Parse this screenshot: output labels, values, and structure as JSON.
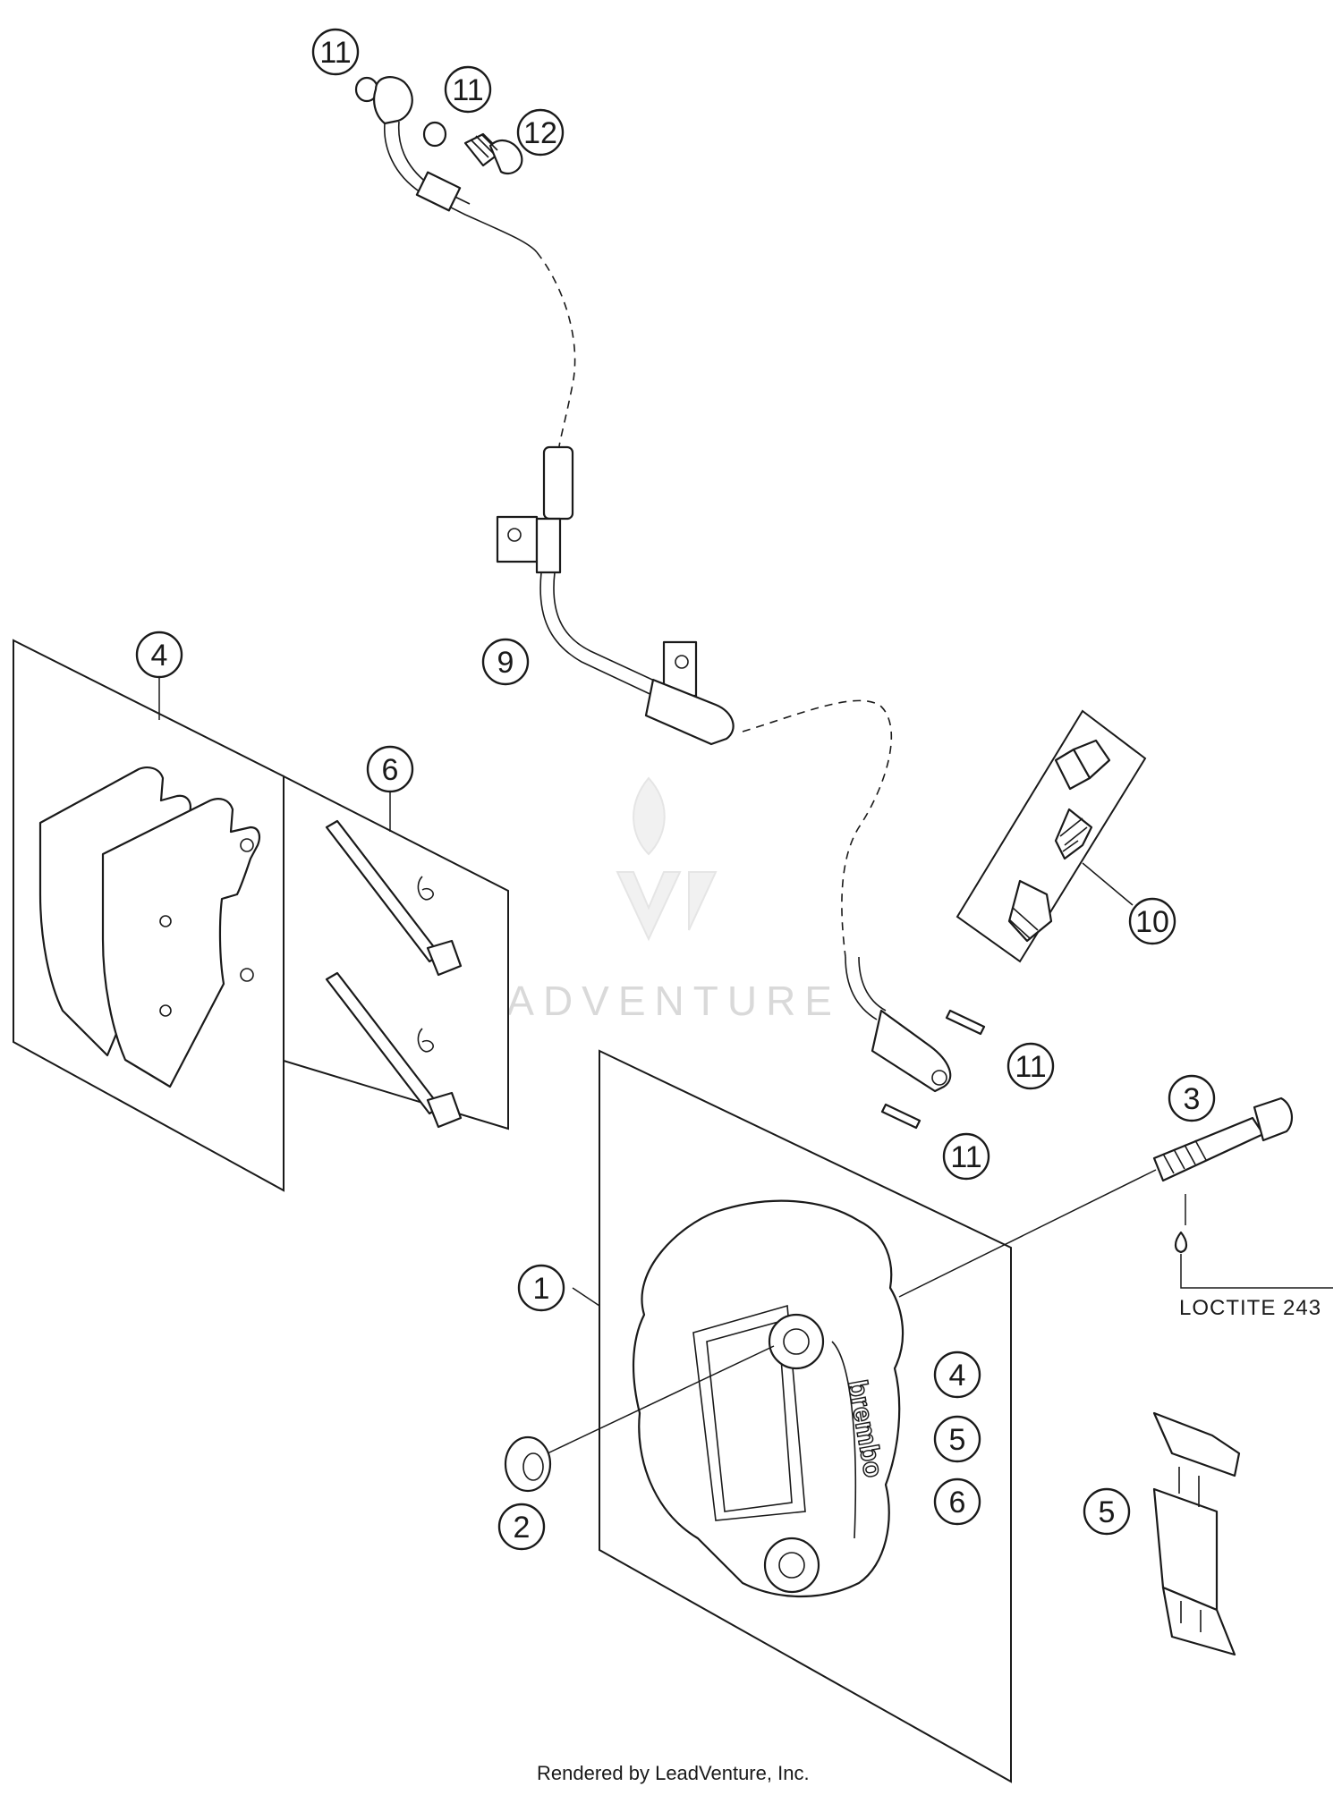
{
  "callouts": {
    "c11a": "11",
    "c11b": "11",
    "c12": "12",
    "c9": "9",
    "c4a": "4",
    "c6a": "6",
    "c10": "10",
    "c11c": "11",
    "c11d": "11",
    "c3": "3",
    "c1": "1",
    "c2": "2",
    "c4b": "4",
    "c5a": "5",
    "c6b": "6",
    "c5b": "5"
  },
  "note": "LOCTITE 243",
  "brand_marking": "brembo",
  "watermark": "LEADVENTURE",
  "credit": "Rendered by LeadVenture, Inc.",
  "colors": {
    "line": "#1a1a1a",
    "background": "#ffffff",
    "watermark": "#d9d9d9"
  }
}
